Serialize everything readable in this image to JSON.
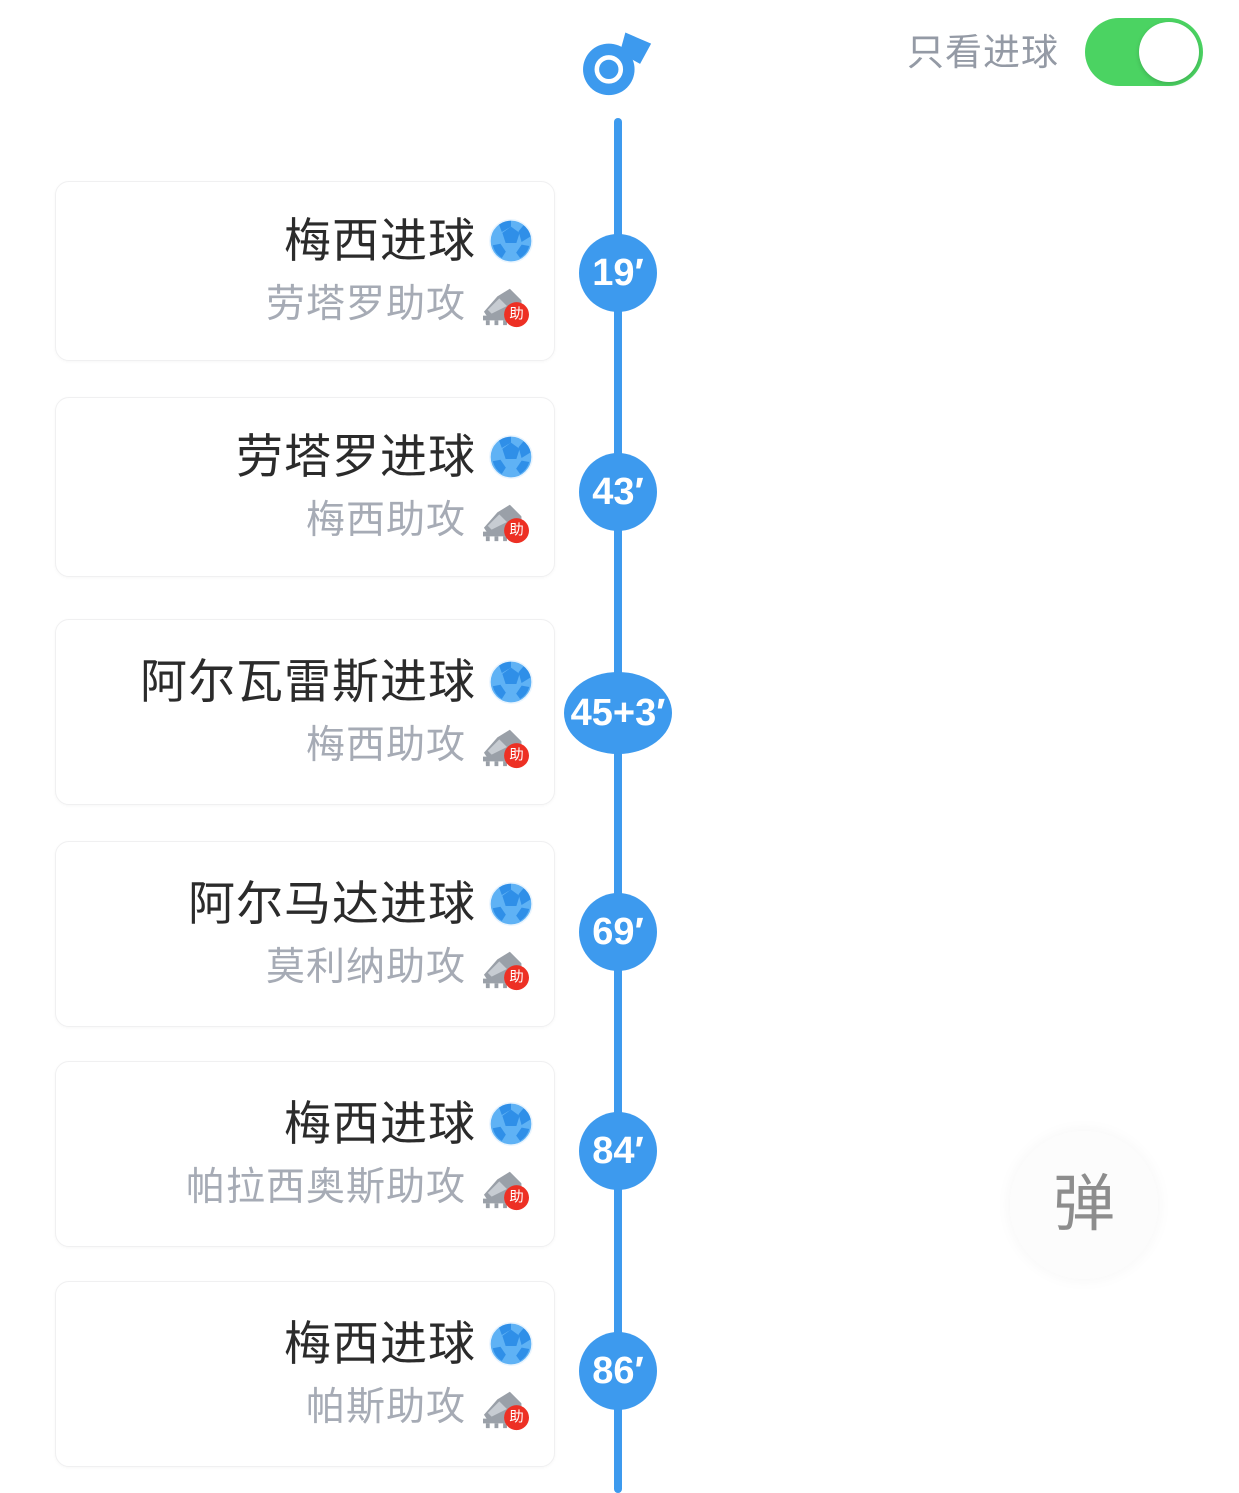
{
  "header": {
    "whistle_icon": "whistle-icon",
    "filter_label": "只看进球",
    "toggle_state": "on"
  },
  "colors": {
    "accent_blue": "#3d9aee",
    "toggle_green": "#4bd362",
    "assist_badge_red": "#ed3024",
    "scorer_text": "#2b2b2b",
    "assist_text": "#a6abb5",
    "label_gray": "#949aa5"
  },
  "timeline": {
    "events": [
      {
        "minute": "19′",
        "minute_style": "round",
        "scorer_text": "梅西进球",
        "scorer_icon": "soccer-ball-icon",
        "assist_text": "劳塔罗助攻",
        "assist_icon": "boot-assist-icon",
        "assist_badge": "助"
      },
      {
        "minute": "43′",
        "minute_style": "round",
        "scorer_text": "劳塔罗进球",
        "scorer_icon": "soccer-ball-icon",
        "assist_text": "梅西助攻",
        "assist_icon": "boot-assist-icon",
        "assist_badge": "助"
      },
      {
        "minute": "45+3′",
        "minute_style": "wide",
        "scorer_text": "阿尔瓦雷斯进球",
        "scorer_icon": "soccer-ball-icon",
        "assist_text": "梅西助攻",
        "assist_icon": "boot-assist-icon",
        "assist_badge": "助"
      },
      {
        "minute": "69′",
        "minute_style": "round",
        "scorer_text": "阿尔马达进球",
        "scorer_icon": "soccer-ball-icon",
        "assist_text": "莫利纳助攻",
        "assist_icon": "boot-assist-icon",
        "assist_badge": "助"
      },
      {
        "minute": "84′",
        "minute_style": "round",
        "scorer_text": "梅西进球",
        "scorer_icon": "soccer-ball-icon",
        "assist_text": "帕拉西奥斯助攻",
        "assist_icon": "boot-assist-icon",
        "assist_badge": "助"
      },
      {
        "minute": "86′",
        "minute_style": "round",
        "scorer_text": "梅西进球",
        "scorer_icon": "soccer-ball-icon",
        "assist_text": "帕斯助攻",
        "assist_icon": "boot-assist-icon",
        "assist_badge": "助"
      }
    ]
  },
  "floating": {
    "danmaku_label": "弹"
  }
}
